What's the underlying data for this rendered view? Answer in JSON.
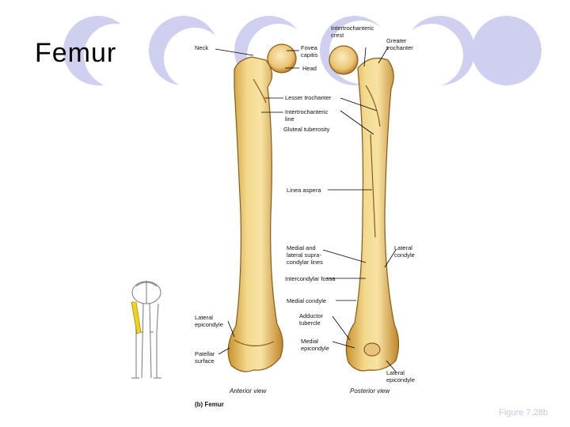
{
  "slide": {
    "title": "Femur",
    "footer": "Figure 7.28b",
    "accent_color": "#cfcff0"
  },
  "figure": {
    "caption": "(b) Femur",
    "anterior_view_label": "Anterior view",
    "posterior_view_label": "Posterior view",
    "labels": {
      "neck": "Neck",
      "intertrochanteric_crest_1": "Intertrochanteric",
      "intertrochanteric_crest_2": "crest",
      "greater_trochanter_1": "Greater",
      "greater_trochanter_2": "trochanter",
      "fovea_capitis_1": "Fovea",
      "fovea_capitis_2": "capitis",
      "head": "Head",
      "lesser_trochanter": "Lesser trochanter",
      "intertrochanteric_line_1": "Intertrochanteric",
      "intertrochanteric_line_2": "line",
      "gluteal_tuberosity": "Gluteal tuberosity",
      "linea_aspera": "Linea aspera",
      "medial_lateral_supracondylar_1": "Medial and",
      "medial_lateral_supracondylar_2": "lateral supra-",
      "medial_lateral_supracondylar_3": "condylar lines",
      "lateral_condyle_1": "Lateral",
      "lateral_condyle_2": "condyle",
      "intercondylar_fossa": "Intercondylar fossa",
      "medial_condyle": "Medial condyle",
      "lateral_epicondyle_left_1": "Lateral",
      "lateral_epicondyle_left_2": "epicondyle",
      "adductor_tubercle_1": "Adductor",
      "adductor_tubercle_2": "tubercle",
      "medial_epicondyle_1": "Medial",
      "medial_epicondyle_2": "epicondyle",
      "patellar_surface_1": "Patellar",
      "patellar_surface_2": "surface",
      "lateral_epicondyle_right_1": "Lateral",
      "lateral_epicondyle_right_2": "epicondyle"
    }
  }
}
